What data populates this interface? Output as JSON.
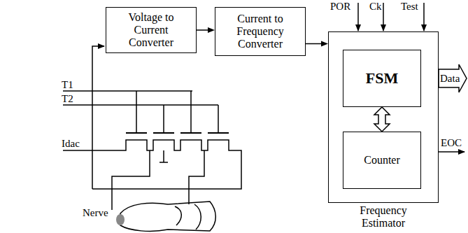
{
  "diagram": {
    "nodes": [
      {
        "text": [
          "Voltage to Current Converter"
        ]
      },
      {
        "text": [
          "Current to Frequency Converter"
        ]
      },
      {
        "text": [
          "Frequency Estimator"
        ]
      },
      {
        "text": [
          "FSM"
        ],
        "in": 2
      },
      {
        "text": [
          "Counter"
        ],
        "in": 2
      }
    ],
    "edges": [
      {
        "from": 0,
        "to": 1,
        "arrow": "to"
      },
      {
        "from": 1,
        "to": 2,
        "arrow": "to"
      },
      {
        "from": 3,
        "to": 4,
        "arrow": "both"
      }
    ],
    "labels": [
      "T1",
      "T2",
      "Idac",
      "Nerve",
      "POR",
      "Ck",
      "Test",
      "Data",
      "EOC"
    ]
  }
}
